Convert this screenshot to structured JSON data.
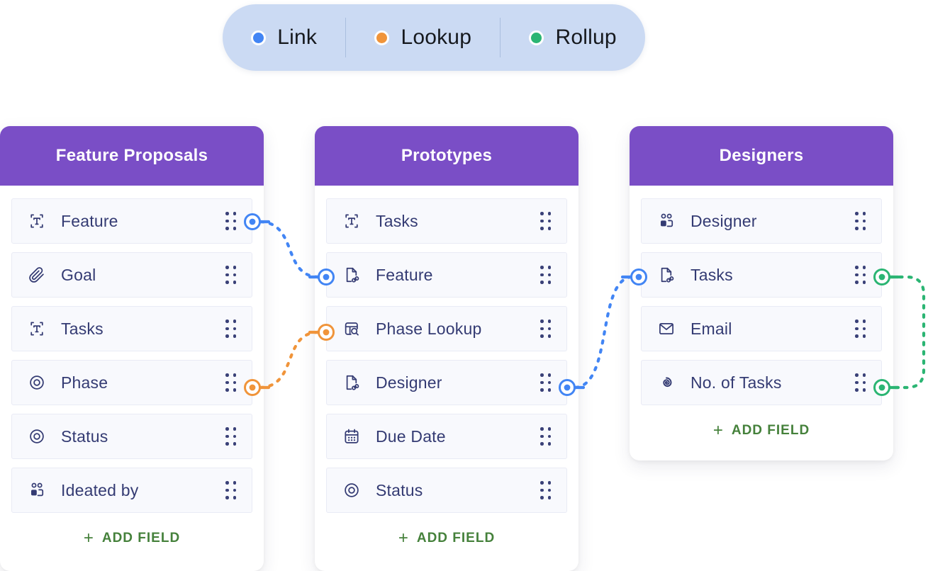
{
  "colors": {
    "link": "#4285F4",
    "lookup": "#F0943A",
    "rollup": "#2BB573",
    "table_header": "#7A4EC6",
    "add_field": "#45813B",
    "field_text": "#343B73",
    "legend_bg": "#CBDAF3",
    "legend_text": "#16191E",
    "row_bg": "#F8F9FD",
    "row_border": "#E9EBF5",
    "card_bg": "#FFFFFF",
    "handle_dots": "#3A4178"
  },
  "legend": {
    "items": [
      {
        "label": "Link",
        "color_key": "link"
      },
      {
        "label": "Lookup",
        "color_key": "lookup"
      },
      {
        "label": "Rollup",
        "color_key": "rollup"
      }
    ]
  },
  "ui": {
    "add_field_plus": "+",
    "add_field_label": "ADD FIELD"
  },
  "tables": [
    {
      "title": "Feature Proposals",
      "fields": [
        {
          "label": "Feature",
          "icon": "text-field"
        },
        {
          "label": "Goal",
          "icon": "attachment"
        },
        {
          "label": "Tasks",
          "icon": "text-field"
        },
        {
          "label": "Phase",
          "icon": "option"
        },
        {
          "label": "Status",
          "icon": "option"
        },
        {
          "label": "Ideated by",
          "icon": "users"
        }
      ]
    },
    {
      "title": "Prototypes",
      "fields": [
        {
          "label": "Tasks",
          "icon": "text-field"
        },
        {
          "label": "Feature",
          "icon": "linked-record"
        },
        {
          "label": "Phase Lookup",
          "icon": "lookup"
        },
        {
          "label": "Designer",
          "icon": "linked-record"
        },
        {
          "label": "Due Date",
          "icon": "calendar"
        },
        {
          "label": "Status",
          "icon": "option"
        }
      ]
    },
    {
      "title": "Designers",
      "fields": [
        {
          "label": "Designer",
          "icon": "users"
        },
        {
          "label": "Tasks",
          "icon": "linked-record"
        },
        {
          "label": "Email",
          "icon": "email"
        },
        {
          "label": "No. of Tasks",
          "icon": "rollup"
        }
      ]
    }
  ],
  "connections": [
    {
      "type": "link",
      "color_key": "link",
      "from_table": "Feature Proposals",
      "from_field": "Feature",
      "to_table": "Prototypes",
      "to_field": "Feature"
    },
    {
      "type": "lookup",
      "color_key": "lookup",
      "from_table": "Feature Proposals",
      "from_field": "Phase",
      "to_table": "Prototypes",
      "to_field": "Phase Lookup"
    },
    {
      "type": "link",
      "color_key": "link",
      "from_table": "Prototypes",
      "from_field": "Designer",
      "to_table": "Designers",
      "to_field": "Tasks"
    },
    {
      "type": "rollup",
      "color_key": "rollup",
      "from_table": "Designers",
      "from_field": "Tasks",
      "to_table": "Designers",
      "to_field": "No. of Tasks"
    }
  ]
}
